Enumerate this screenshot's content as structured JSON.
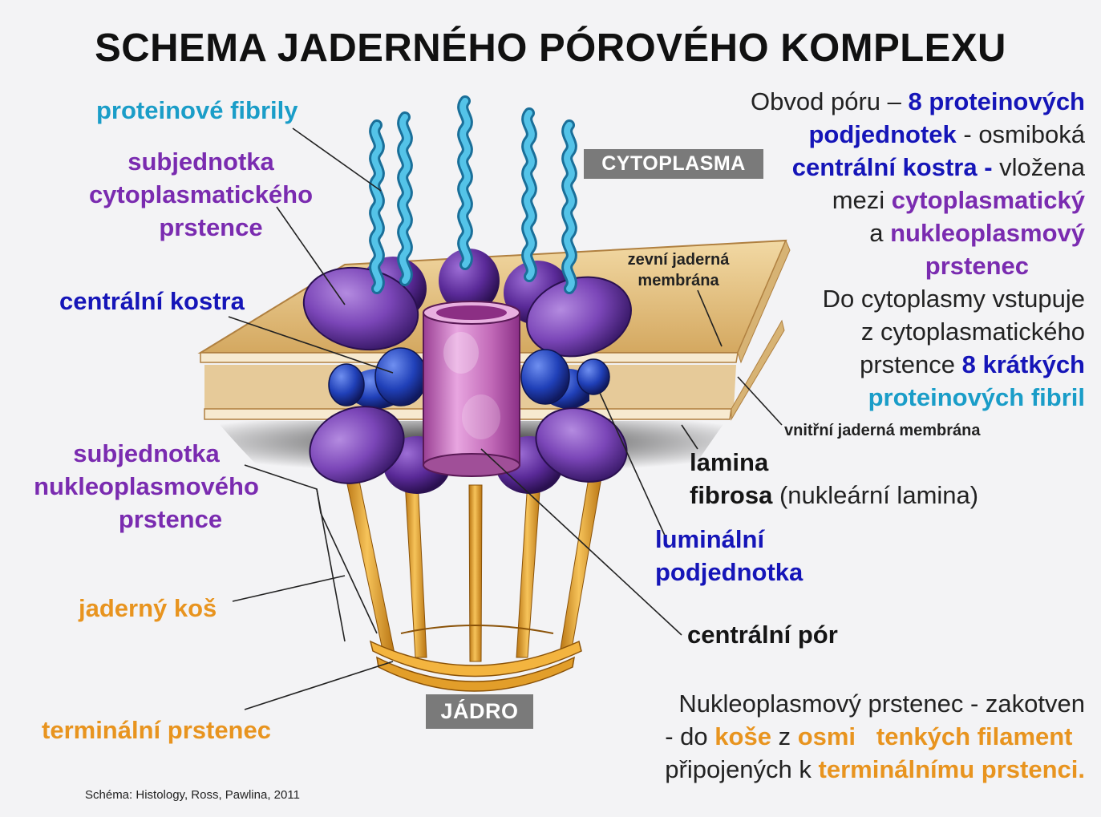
{
  "title": "SCHEMA JADERNÉHO PÓROVÉHO KOMPLEXU",
  "left_labels": {
    "proteinove_fibrily": "proteinové fibrily",
    "subjednotka_cyto": [
      "subjednotka",
      "cytoplasmatického",
      "prstence"
    ],
    "centralni_kostra": "centrální kostra",
    "subjednotka_nukleo": [
      "subjednotka",
      "nukleoplasmového",
      "prstence"
    ],
    "jaderny_kos": "jaderný koš",
    "terminalni_prstenec": "terminální prstenec"
  },
  "badges": {
    "cytoplasma": "CYTOPLASMA",
    "jadro": "JÁDRO"
  },
  "membrane_labels": {
    "zevni": [
      "zevní jaderná",
      "membrána"
    ],
    "vnitrni": "vnitřní jaderná membrána"
  },
  "right_labels": {
    "lamina_1": "lamina",
    "lamina_2": "fibrosa",
    "lamina_2_plain": " (nukleární lamina)",
    "luminalni": [
      "luminální",
      "podjednotka"
    ],
    "centralni_por": "centrální pór"
  },
  "description_top": {
    "l1_a": "Obvod póru – ",
    "l1_b": "8 proteinových",
    "l2_a": "podjednotek",
    "l2_b": " - osmiboká",
    "l3_a": "centrální kostra -",
    "l3_b": " vložena",
    "l4_a": "mezi ",
    "l4_b": "cytoplasmatický",
    "l5_a": "a ",
    "l5_b": "nukleoplasmový",
    "l6": "prstenec",
    "l7": "Do cytoplasmy vstupuje",
    "l8": "z cytoplasmatického",
    "l9_a": "prstence ",
    "l9_b": "8 krátkých",
    "l10": "proteinových fibril"
  },
  "description_bottom": {
    "l1": "Nukleoplasmový prstenec - zakotven",
    "l2_a": "- do ",
    "l2_b": "koše",
    "l2_c": " z ",
    "l2_d": "osmi",
    "l2_e": "   tenkých filament",
    "l3_a": "připojených k ",
    "l3_b": "terminálnímu prstenci."
  },
  "credit": "Schéma: Histology, Ross, Pawlina, 2011",
  "colors": {
    "cyan": "#1a9dc8",
    "purple": "#7a2bb0",
    "blue": "#1515b8",
    "orange": "#e8941f",
    "badge": "#7a7a7a",
    "membrane": "#e8c98a",
    "subunit": "#7b46b8",
    "pore": "#d07ac8"
  }
}
